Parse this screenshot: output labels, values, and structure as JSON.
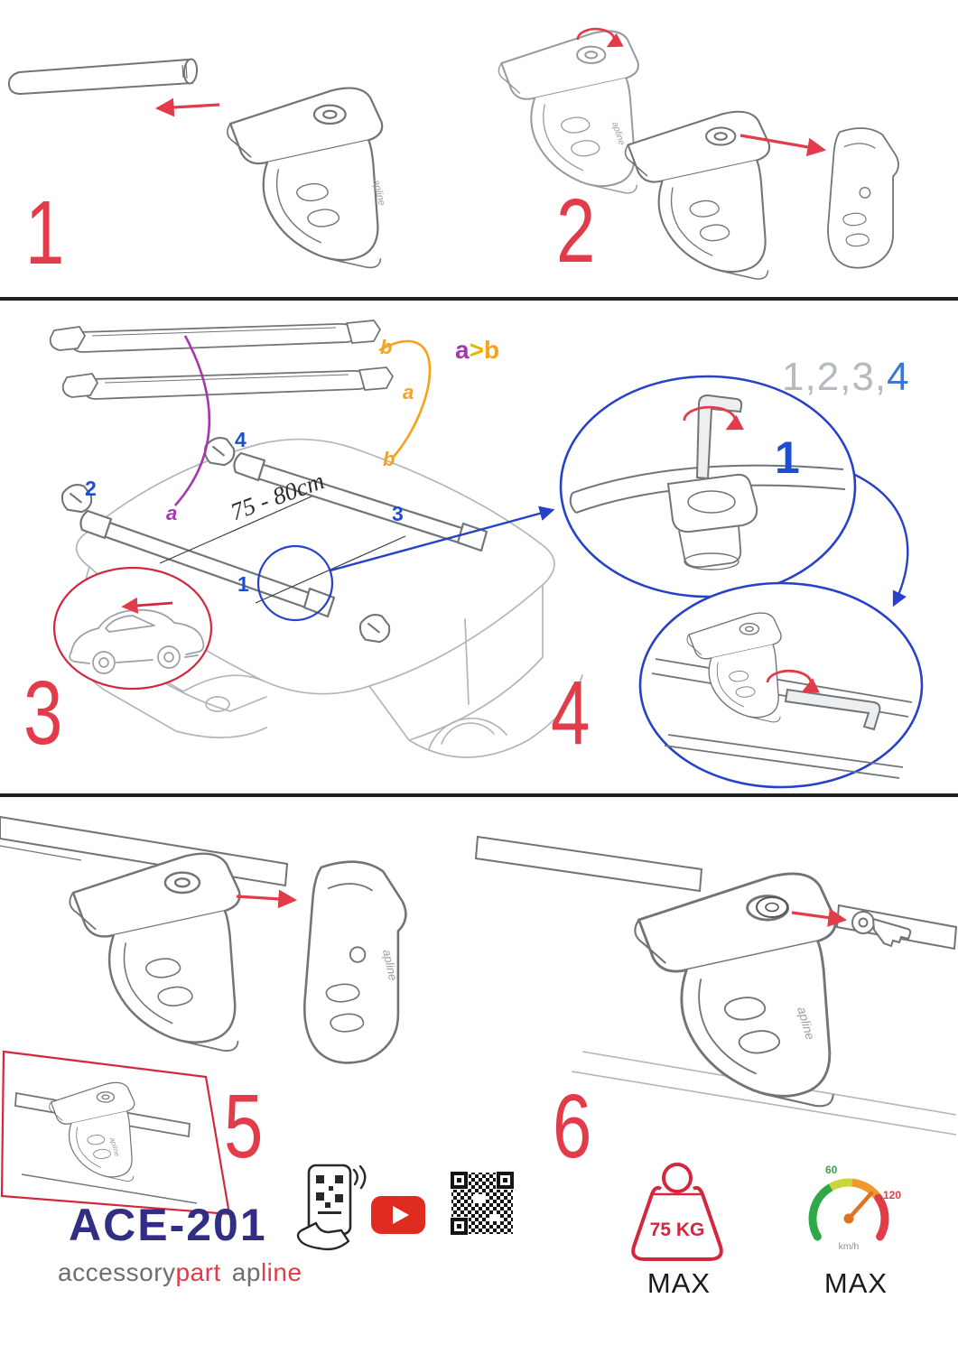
{
  "brand": {
    "apline": "apline"
  },
  "steps": {
    "s1": "1",
    "s2": "2",
    "s3": "3",
    "s4": "4",
    "s5": "5",
    "s6": "6"
  },
  "section2": {
    "bar_label_b": "b",
    "bar_label_a": "a",
    "compare_a": "a",
    "compare_gt": ">",
    "compare_b": "b",
    "roof_label_a": "a",
    "roof_label_b": "b",
    "order_gray": "1,2,3,",
    "order_blue": "4",
    "measurement": "75 - 80cm",
    "positions": {
      "p1": "1",
      "p2": "2",
      "p3": "3",
      "p4": "4"
    },
    "detail_callout": "1"
  },
  "footer": {
    "model": "ACE-201",
    "brand_part1": "accessory",
    "brand_part2": "part",
    "brand_part3": "ap",
    "brand_part4": "line",
    "weight": {
      "value": "75 KG",
      "max": "MAX"
    },
    "speed": {
      "low": "60",
      "high": "120",
      "unit": "km/h",
      "max": "MAX"
    }
  },
  "icons": [
    "qr-phone-scan-icon",
    "youtube-icon",
    "qr-code-icon",
    "max-weight-icon",
    "max-speed-icon"
  ],
  "colors": {
    "step_red": "#e23b4a",
    "detail_blue": "#2742c8",
    "position_blue": "#1c4fd0",
    "orange": "#f5a21c",
    "purple": "#a638ad",
    "navy": "#312f84",
    "line_gray": "#70757a"
  }
}
